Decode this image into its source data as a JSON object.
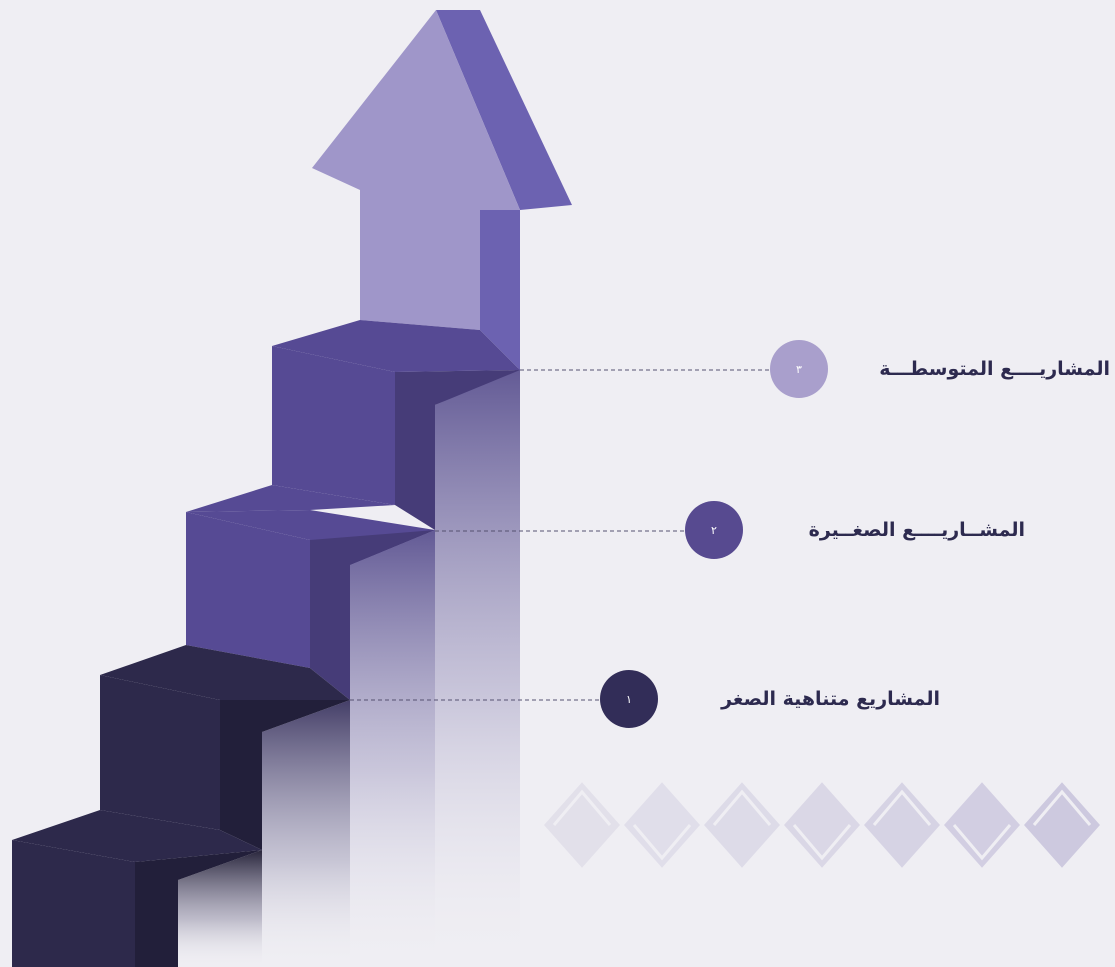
{
  "steps": [
    {
      "number": "٣",
      "label": "المشاريــــع المتوسطـــة",
      "badge_color": "#a99fcc"
    },
    {
      "number": "٢",
      "label": "المشــاريــــع الصغــيرة",
      "badge_color": "#574a90"
    },
    {
      "number": "١",
      "label": "المشاريع متناهية الصغر",
      "badge_color": "#322d58"
    }
  ],
  "colors": {
    "background": "#efeef3",
    "arrow_front": "#9f96c9",
    "arrow_side": "#6c62b1",
    "step_mid_front": "#564a94",
    "step_mid_side": "#463c78",
    "step_dark_front": "#2d294b",
    "step_dark_side": "#221f3a",
    "label_text": "#2d2a4f"
  },
  "decoration": {
    "pattern_icon": "diamond-leaf-pattern-icon"
  }
}
